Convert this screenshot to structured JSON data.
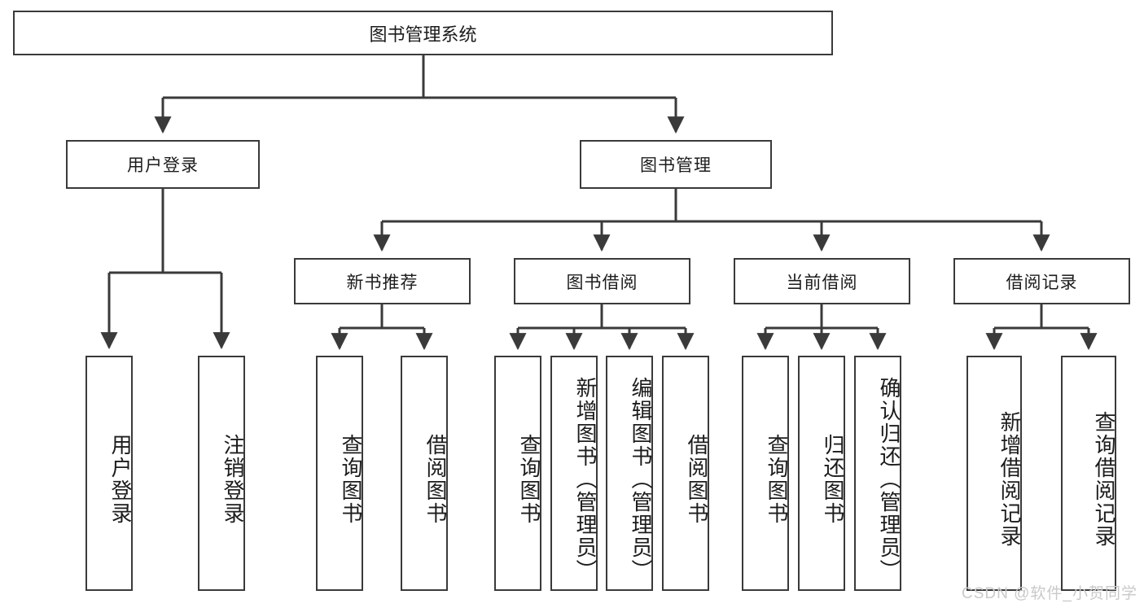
{
  "diagram": {
    "title": "图书管理系统",
    "watermark": "CSDN @软件_小贺同学",
    "stroke_color": "#3a3a3a",
    "background_color": "#ffffff",
    "text_color": "#1c1c1c",
    "levels": {
      "root": {
        "label": "图书管理系统"
      },
      "level2": [
        {
          "label": "用户登录"
        },
        {
          "label": "图书管理"
        }
      ],
      "level3": [
        {
          "label": "新书推荐"
        },
        {
          "label": "图书借阅"
        },
        {
          "label": "当前借阅"
        },
        {
          "label": "借阅记录"
        }
      ],
      "leaves": {
        "user_login": [
          {
            "label": "用户登录"
          },
          {
            "label": "注销登录"
          }
        ],
        "new_book_recommend": [
          {
            "label": "查询图书"
          },
          {
            "label": "借阅图书"
          }
        ],
        "book_borrow": [
          {
            "label": "查询图书"
          },
          {
            "label": "新增图书（管理员）"
          },
          {
            "label": "编辑图书（管理员）"
          },
          {
            "label": "借阅图书"
          }
        ],
        "current_borrow": [
          {
            "label": "查询图书"
          },
          {
            "label": "归还图书"
          },
          {
            "label": "确认归还（管理员）"
          }
        ],
        "borrow_record": [
          {
            "label": "新增借阅记录"
          },
          {
            "label": "查询借阅记录"
          }
        ]
      }
    }
  }
}
